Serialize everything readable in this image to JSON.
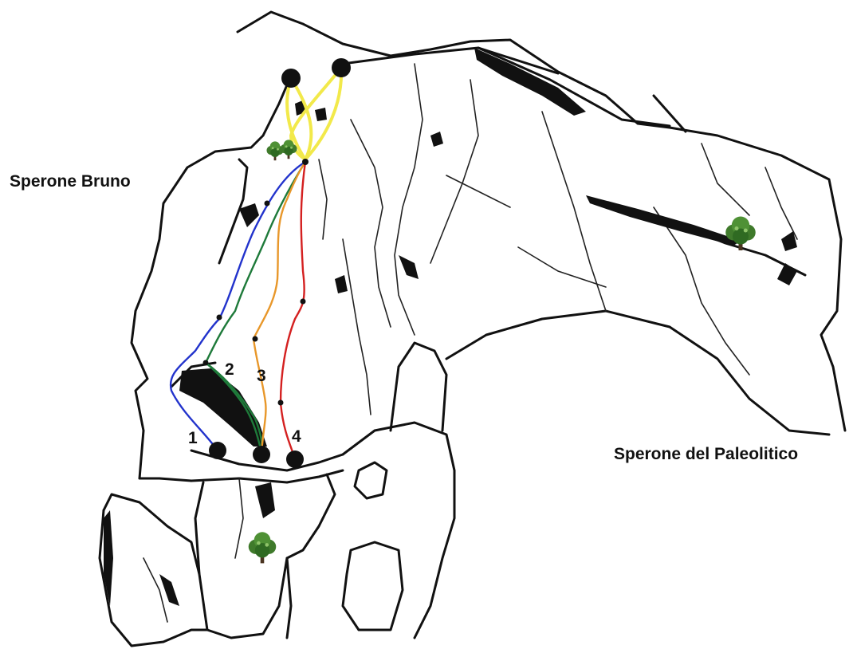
{
  "labels": {
    "left_spur": "Sperone Bruno",
    "right_spur": "Sperone del Paleolitico"
  },
  "routes": [
    {
      "number": "1",
      "color": "#2233cc"
    },
    {
      "number": "2",
      "color": "#1e7a3a"
    },
    {
      "number": "3",
      "color": "#e8972a"
    },
    {
      "number": "4",
      "color": "#d42020"
    }
  ],
  "descent_color": "#f2e94a",
  "rock_color": "#111111",
  "icons": [
    "tree-icon",
    "anchor-icon"
  ]
}
